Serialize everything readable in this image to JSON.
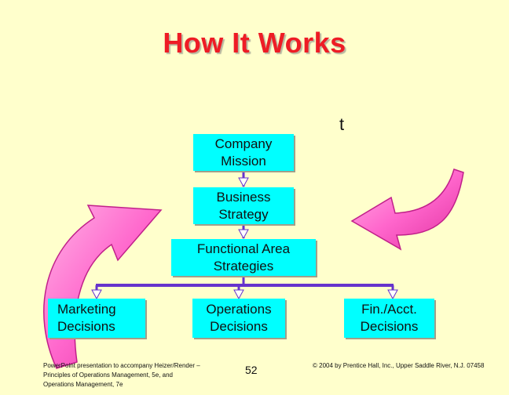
{
  "slide": {
    "title": "How It Works",
    "stray_char": "t",
    "boxes": {
      "mission": "Company\nMission",
      "business": "Business\nStrategy",
      "functional": "Functional Area\nStrategies",
      "marketing": "Marketing\nDecisions",
      "operations": "Operations\nDecisions",
      "fin": "Fin./Acct.\nDecisions"
    },
    "footer": {
      "left": "PowerPoint presentation to accompany Heizer/Render – Principles of Operations Management, 5e, and Operations Management, 7e",
      "page": "52",
      "right": "© 2004 by Prentice Hall, Inc., Upper Saddle River, N.J. 07458"
    }
  },
  "colors": {
    "box_fill": "#00FFFF",
    "connector": "#6633CC",
    "arrow": "#FF66CC",
    "title": "#EE1C25",
    "background": "#FFFFCC"
  }
}
